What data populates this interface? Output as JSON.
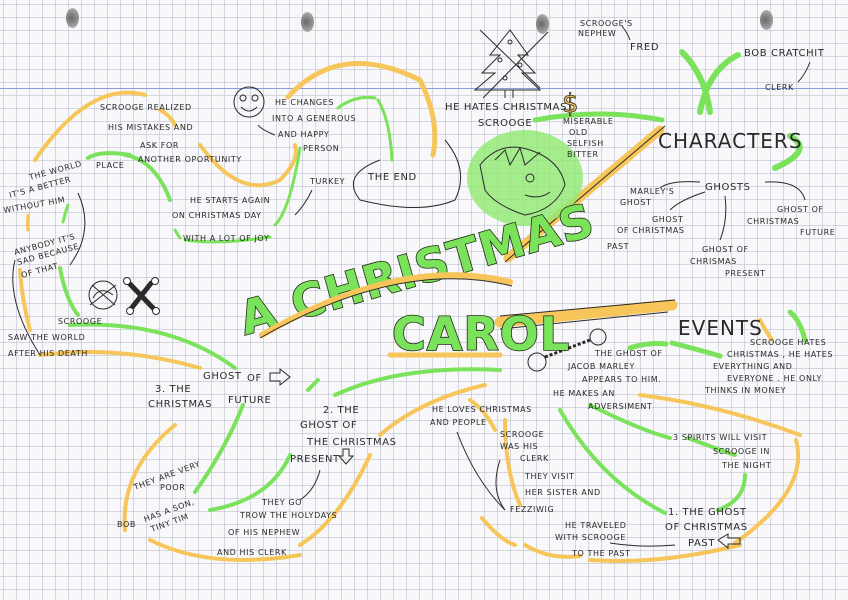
{
  "title": {
    "line1": "A CHRISTMAS",
    "line2": "CAROL"
  },
  "colors": {
    "green_highlight": "#7be25c",
    "yellow_highlight": "#f7c65a",
    "ink": "#2a2a2a",
    "grid": "#969bAF",
    "margin_line": "#8e9bd6",
    "paper": "#f8f8fa"
  },
  "characters": {
    "heading": "CHARACTERS",
    "scrooge": {
      "name": "SCROOGE",
      "note": "HE HATES CHRISTMAS",
      "traits": [
        "MISERABLE",
        "OLD",
        "SELFISH",
        "BITTER"
      ]
    },
    "fred": {
      "name": "FRED",
      "note_line1": "SCROOGE'S",
      "note_line2": "NEPHEW"
    },
    "bob": {
      "name": "BOB CRATCHIT",
      "note": "CLERK"
    },
    "ghosts": {
      "heading": "GHOSTS",
      "items": [
        {
          "line1": "MARLEY'S",
          "line2": "GHOST"
        },
        {
          "line1": "GHOST",
          "line2": "OF CHRISTMAS",
          "line3": "PAST"
        },
        {
          "line1": "GHOST OF",
          "line2": "CHRISMAS",
          "line3": "PRESENT"
        },
        {
          "line1": "GHOST OF",
          "line2": "CHRISTMAS",
          "line3": "FUTURE"
        }
      ]
    }
  },
  "events": {
    "heading": "EVENTS",
    "scrooge_hates": [
      "SCROOGE HATES",
      "CHRISTMAS , HE HATES",
      "EVERYTHING AND",
      "EVERYONE . HE ONLY",
      "THINKS IN MONEY"
    ],
    "marley": [
      "THE GHOST OF",
      "JACOB MARLEY",
      "APPEARS TO HIM.",
      "HE MAKES AN",
      "ADVERSIMENT"
    ],
    "spirits": [
      "3 SPIRITS WILL VISIT",
      "SCROOGE IN",
      "THE NIGHT"
    ],
    "ghost_past": {
      "label": [
        "1. THE GHOST",
        "OF CHRISTMAS",
        "PAST"
      ],
      "traveled": [
        "HE TRAVELED",
        "WITH SCROOGE",
        "TO THE PAST"
      ],
      "visit": [
        "THEY VISIT",
        "HER SISTER AND"
      ],
      "fezziwig": "FEZZIWIG",
      "clerk": [
        "SCROOGE",
        "WAS HIS",
        "CLERK"
      ],
      "loves": [
        "HE LOVES CHRISTMAS",
        "AND PEOPLE"
      ]
    },
    "ghost_present": {
      "label": [
        "2. THE",
        "GHOST OF",
        "THE CHRISTMAS",
        "PRESENT"
      ],
      "holidays": [
        "THEY GO",
        "TROW THE HOLYDAYS",
        "OF HIS NEPHEW",
        "AND HIS CLERK"
      ],
      "bob": "BOB",
      "poor": [
        "THEY ARE VERY",
        "POOR"
      ],
      "son": [
        "HAS A SON,",
        "TINY TIM"
      ]
    },
    "ghost_future": {
      "label": [
        "3. THE",
        "CHRISTMAS",
        "GHOST",
        "OF",
        "FUTURE"
      ],
      "saw": [
        "SCROOGE",
        "SAW THE WORLD",
        "AFTER HIS DEATH"
      ],
      "sad": [
        "ANYBODY IT'S",
        "SAD BECAUSE",
        "OF THAT"
      ],
      "better": [
        "THE WORLD",
        "IT'S A BETTER",
        "WITHOUT HIM",
        "PLACE"
      ]
    },
    "the_end": {
      "label": "THE END",
      "realized": [
        "SCROOGE REALIZED",
        "HIS MISTAKES AND",
        "ASK FOR",
        "ANOTHER OPORTUNITY"
      ],
      "changes": [
        "HE CHANGES",
        "INTO A GENEROUS",
        "AND HAPPY",
        "PERSON"
      ],
      "starts": [
        "HE STARTS AGAIN",
        "ON CHRISTMAS DAY",
        "WITH A LOT OF JOY"
      ],
      "turkey": "TURKEY"
    }
  }
}
